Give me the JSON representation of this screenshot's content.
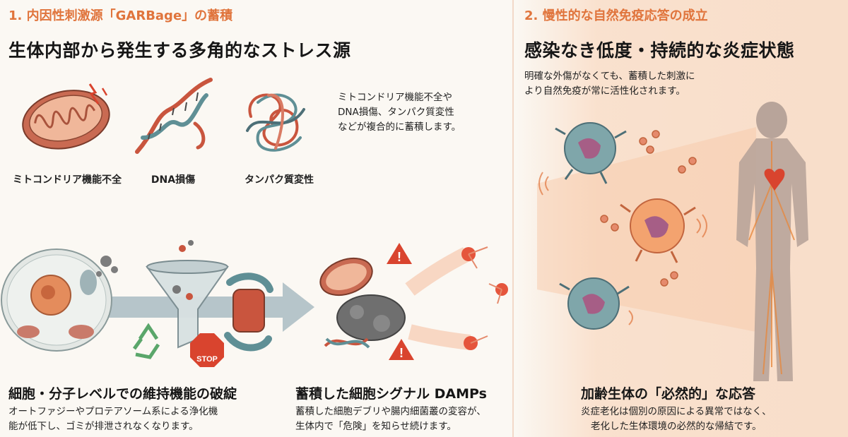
{
  "left": {
    "section_label": "1. 内因性刺激源「GARBage」の蓄積",
    "headline": "生体内部から発生する多角的なストレス源",
    "description_lines": [
      "ミトコンドリア機能不全や",
      "DNA損傷、タンパク質変性",
      "などが複合的に蓄積します。"
    ],
    "icons": [
      {
        "label": "ミトコンドリア機能不全",
        "icon": "mitochondria-icon"
      },
      {
        "label": "DNA損傷",
        "icon": "dna-icon"
      },
      {
        "label": "タンパク質変性",
        "icon": "protein-tangle-icon"
      }
    ],
    "bottom": {
      "title": "細胞・分子レベルでの維持機能の破綻",
      "lines": [
        "オートファジーやプロテアソーム系による浄化機",
        "能が低下し、ゴミが排泄されなくなります。"
      ]
    },
    "middle": {
      "title": "蓄積した細胞シグナル DAMPs",
      "lines": [
        "蓄積した細胞デブリや腸内細菌叢の変容が、",
        "生体内で「危険」を知らせ続けます。"
      ]
    },
    "stop_sign": "STOP"
  },
  "right": {
    "section_label": "2. 慢性的な自然免疫応答の成立",
    "headline": "感染なき低度・持続的な炎症状態",
    "description_lines": [
      "明確な外傷がなくても、蓄積した刺激に",
      "より自然免疫が常に活性化されます。"
    ],
    "bottom": {
      "title": "加齢生体の「必然的」な応答",
      "lines": [
        "炎症老化は個別の原因による異常ではなく、",
        "老化した生体環境の必然的な帰結です。"
      ]
    }
  },
  "colors": {
    "accent": "#e0743c",
    "mito": "#d9826b",
    "cell": "#6e9aa0",
    "warning": "#d9442e"
  }
}
